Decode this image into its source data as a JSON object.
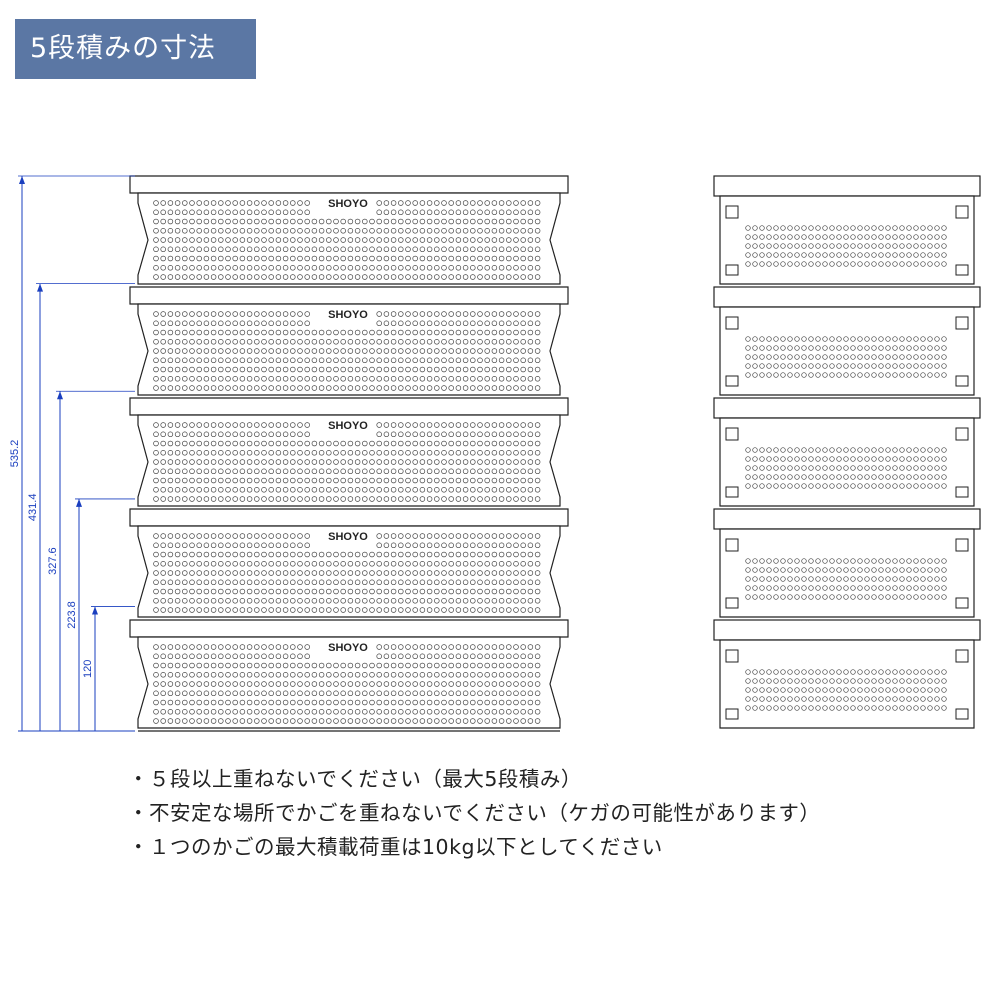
{
  "title": "5段積みの寸法",
  "brand_label": "SHOYO",
  "tier_count": 5,
  "dimensions": [
    {
      "label": "535.2",
      "value": 535.2
    },
    {
      "label": "431.4",
      "value": 431.4
    },
    {
      "label": "327.6",
      "value": 327.6
    },
    {
      "label": "223.8",
      "value": 223.8
    },
    {
      "label": "120",
      "value": 120
    }
  ],
  "notes": [
    "・５段以上重ねないでください（最大5段積み）",
    "・不安定な場所でかごを重ねないでください（ケガの可能性があります）",
    "・１つのかごの最大積載荷重は10kg以下としてください"
  ],
  "colors": {
    "title_bg": "#5b77a4",
    "dimension_line": "#1a3fbf",
    "outline": "#222222"
  }
}
